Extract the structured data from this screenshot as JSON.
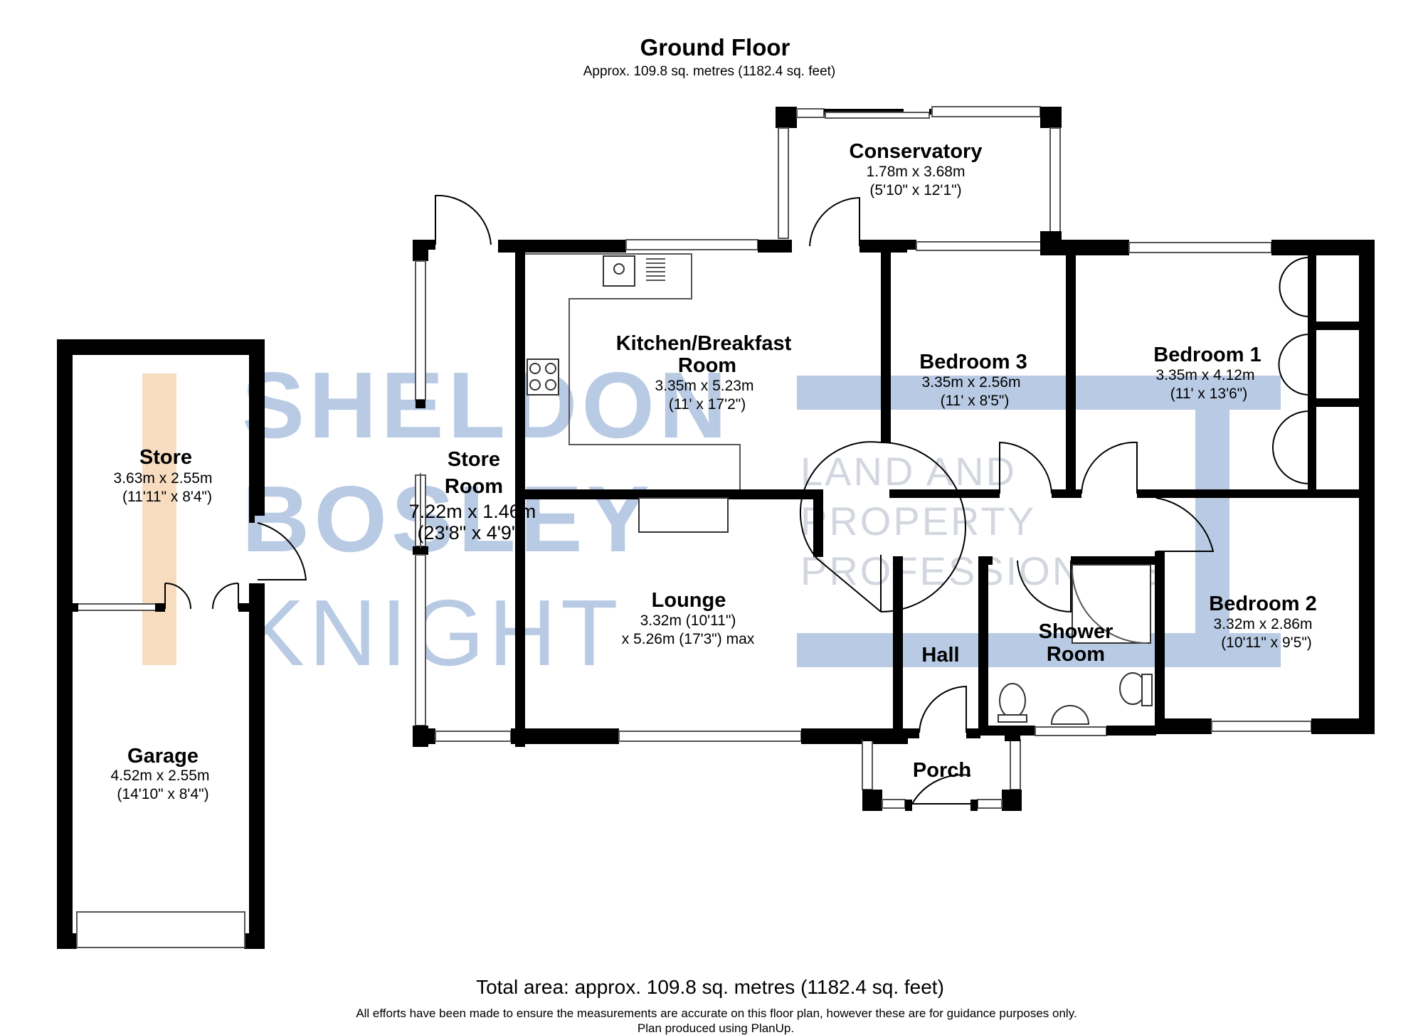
{
  "header": {
    "title": "Ground Floor",
    "subtitle": "Approx. 109.8 sq. metres (1182.4 sq. feet)"
  },
  "watermark": {
    "line1": "SHELDON",
    "line2": "BOSLEY",
    "line3": "KNIGHT",
    "tag1": "LAND AND",
    "tag2": "PROPERTY",
    "tag3": "PROFESSIONALS"
  },
  "rooms": {
    "conservatory": {
      "name": "Conservatory",
      "dim1": "1.78m x 3.68m",
      "dim2": "(5'10\" x 12'1\")"
    },
    "kitchen": {
      "name1": "Kitchen/Breakfast",
      "name2": "Room",
      "dim1": "3.35m x 5.23m",
      "dim2": "(11' x 17'2\")"
    },
    "bedroom3": {
      "name": "Bedroom 3",
      "dim1": "3.35m x 2.56m",
      "dim2": "(11' x 8'5\")"
    },
    "bedroom1": {
      "name": "Bedroom 1",
      "dim1": "3.35m x 4.12m",
      "dim2": "(11' x 13'6\")"
    },
    "storeroom": {
      "name1": "Store",
      "name2": "Room",
      "dim1": "7.22m x 1.46m",
      "dim2": "(23'8\" x 4'9\")"
    },
    "store": {
      "name": "Store",
      "dim1": "3.63m x 2.55m",
      "dim2": "(11'11\" x 8'4\")"
    },
    "lounge": {
      "name": "Lounge",
      "dim1": "3.32m (10'11\")",
      "dim2": "x 5.26m (17'3\") max"
    },
    "shower": {
      "name1": "Shower",
      "name2": "Room"
    },
    "hall": {
      "name": "Hall"
    },
    "bedroom2": {
      "name": "Bedroom 2",
      "dim1": "3.32m x 2.86m",
      "dim2": "(10'11\" x 9'5\")"
    },
    "garage": {
      "name": "Garage",
      "dim1": "4.52m x 2.55m",
      "dim2": "(14'10\" x 8'4\")"
    },
    "porch": {
      "name": "Porch"
    }
  },
  "footer": {
    "total": "Total area: approx. 109.8 sq. metres (1182.4 sq. feet)",
    "disclaimer": "All efforts have been made to ensure the measurements are accurate on this floor plan, however these are for guidance purposes only.",
    "credit": "Plan produced using PlanUp."
  },
  "colors": {
    "wall": "#000000",
    "watermark_blue": "#b9cbe4",
    "watermark_orange": "#f7dcc0",
    "watermark_grey": "#d2d6de"
  }
}
